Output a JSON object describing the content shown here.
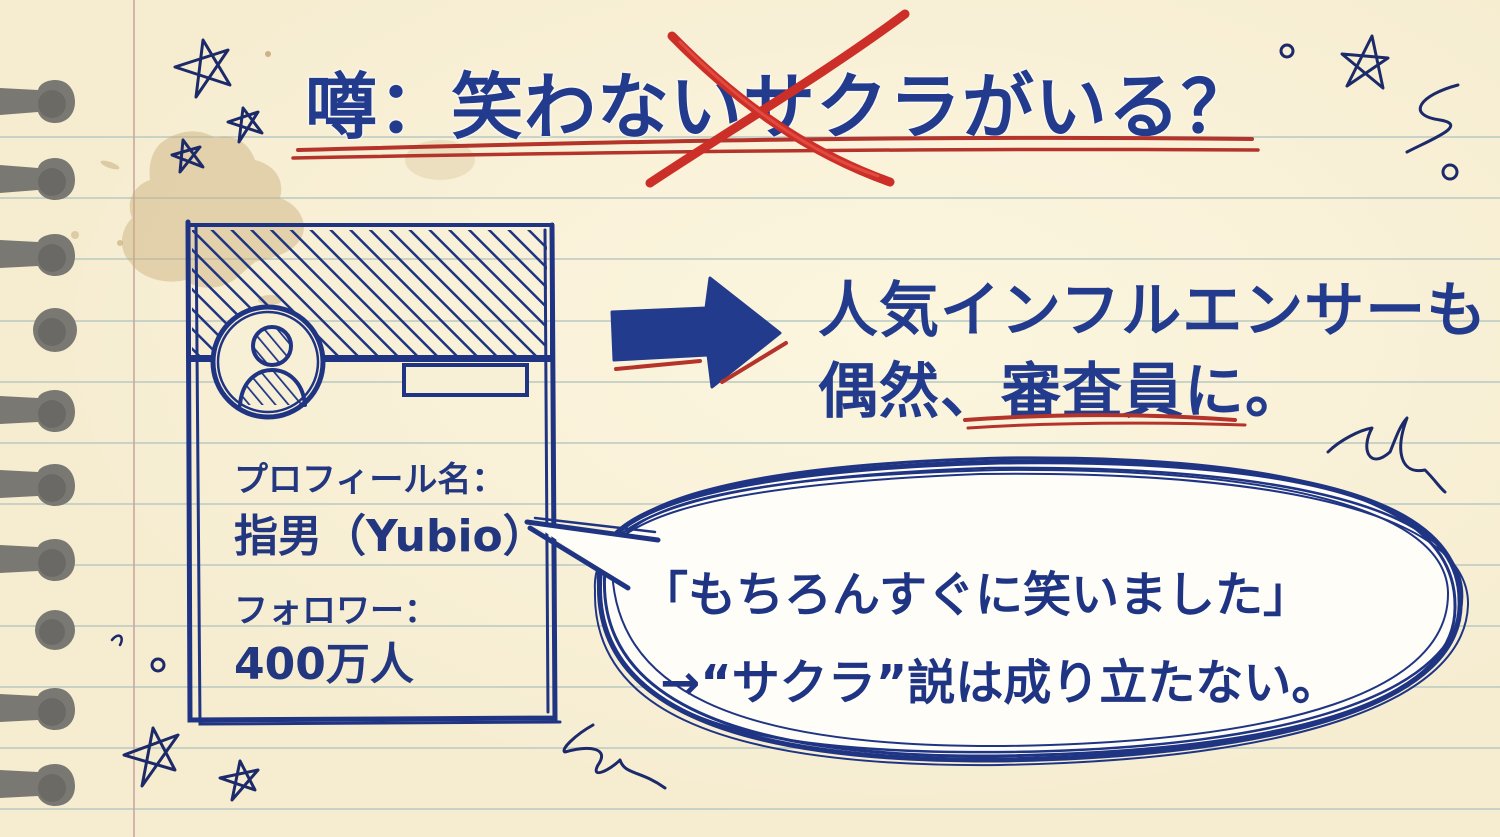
{
  "title": {
    "prefix": "噂：笑わない",
    "crossed": "サ",
    "suffix": "クラがいる？",
    "full": "噂：笑わないサクラがいる？"
  },
  "profile_card": {
    "name_label": "プロフィール名：",
    "name_value": "指男（Yubio）",
    "followers_label": "フォロワー：",
    "followers_value": "400万人",
    "avatar_icon": "person-avatar-icon"
  },
  "headline": {
    "line1": "人気インフルエンサーも",
    "line2_prefix": "偶然、",
    "line2_underlined": "審査員",
    "line2_suffix": "に。"
  },
  "speech_bubble": {
    "quote": "「もちろんすぐに笑いました」",
    "conclusion": "→“サクラ”説は成り立たない。"
  },
  "colors": {
    "ink_blue": "#233b8c",
    "red_ink": "#c8302a",
    "paper": "#f8f0d6",
    "rule_line": "#b8c8c0",
    "margin_line": "#c9a8a0",
    "stain": "#c9ad7a"
  }
}
